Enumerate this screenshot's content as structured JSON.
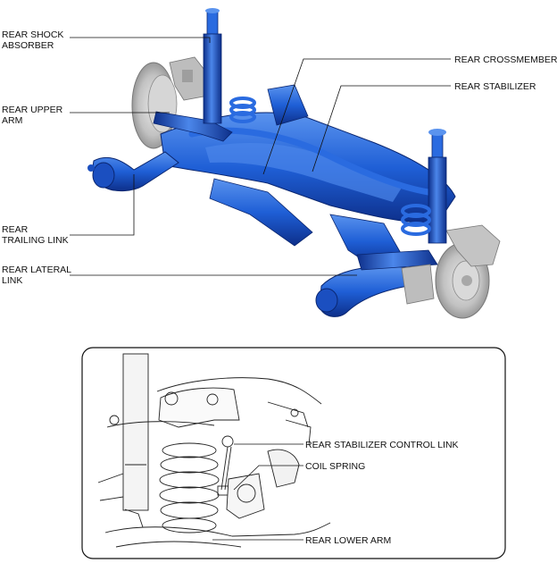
{
  "callouts_top": [
    {
      "id": "shock",
      "text": "REAR SHOCK\nABSORBER"
    },
    {
      "id": "upper",
      "text": "REAR UPPER\nARM"
    },
    {
      "id": "trailing",
      "text": "REAR\nTRAILING LINK"
    },
    {
      "id": "lateral",
      "text": "REAR LATERAL\nLINK"
    },
    {
      "id": "crossmember",
      "text": "REAR CROSSMEMBER"
    },
    {
      "id": "stabilizer",
      "text": "REAR STABILIZER"
    }
  ],
  "callouts_inset": [
    {
      "id": "control-link",
      "text": "REAR STABILIZER CONTROL LINK"
    },
    {
      "id": "coil",
      "text": "COIL SPRING"
    },
    {
      "id": "lower",
      "text": "REAR LOWER ARM"
    }
  ],
  "colors": {
    "part_blue": "#1f5fd6",
    "part_dark": "#0d2f8a",
    "part_light": "#5a93ee",
    "metal": "#c9c9c9",
    "line": "#111111"
  }
}
